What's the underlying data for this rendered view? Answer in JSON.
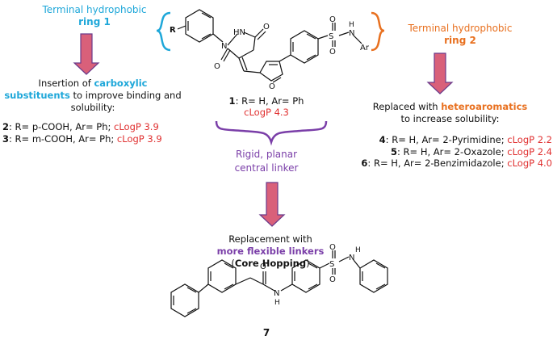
{
  "top_left": {
    "title_line1": "Terminal hydrophobic",
    "title_line2": "ring 1",
    "insertion_prefix": "Insertion of ",
    "insertion_bold": "carboxylic",
    "insertion_line2_bold": "substituents",
    "insertion_line2_rest": " to improve binding  and",
    "insertion_line3": "solubility:",
    "cmpd2_num": "2",
    "cmpd2_text": ": R= p-COOH, Ar= Ph; ",
    "cmpd2_logp": "cLogP 3.9",
    "cmpd3_num": "3",
    "cmpd3_text": ": R= m-COOH, Ar= Ph; ",
    "cmpd3_logp": "cLogP 3.9"
  },
  "center": {
    "cmpd1_num": "1",
    "cmpd1_text": ": R= H, Ar= Ph",
    "cmpd1_logp": "cLogP 4.3",
    "linker_line1": "Rigid, planar",
    "linker_line2": "central linker",
    "replacement_line1": "Replacement with",
    "replacement_line2": "more flexible linkers",
    "core_open": "(",
    "core_bold": "Core Hopping",
    "core_close": ")",
    "cmpd7_num": "7"
  },
  "top_right": {
    "title_line1": "Terminal hydrophobic",
    "title_line2": "ring 2",
    "replaced_prefix": "Replaced with ",
    "replaced_bold": "heteroaromatics",
    "replaced_line2": "to increase solubility:",
    "cmpd4_num": "4",
    "cmpd4_text": ": R= H, Ar= 2-Pyrimidine; ",
    "cmpd4_logp": "cLogP 2.2",
    "cmpd5_num": "5",
    "cmpd5_text": ": R= H, Ar= 2-Oxazole; ",
    "cmpd5_logp": "cLogP 2.4",
    "cmpd6_num": "6",
    "cmpd6_text": ": R= H, Ar= 2-Benzimidazole; ",
    "cmpd6_logp": "cLogP 4.0"
  },
  "atoms": {
    "R": "R",
    "N1": "N",
    "NH": "HN",
    "O1": "O",
    "O2": "O",
    "O_furan": "O",
    "S": "S",
    "O_s1": "O",
    "O_s2": "O",
    "N_s": "N",
    "H_s": "H",
    "Ar": "Ar",
    "O_amide": "O",
    "N_amide": "N",
    "H_amide": "H",
    "S7": "S",
    "O7a": "O",
    "O7b": "O",
    "N7": "N",
    "H7": "H"
  },
  "colors": {
    "blue": "#1ea7d9",
    "orange": "#e8701f",
    "purple": "#7a3ea8",
    "red": "#e03030",
    "arrow_fill": "#d9607a",
    "arrow_stroke": "#6b3a8a"
  }
}
